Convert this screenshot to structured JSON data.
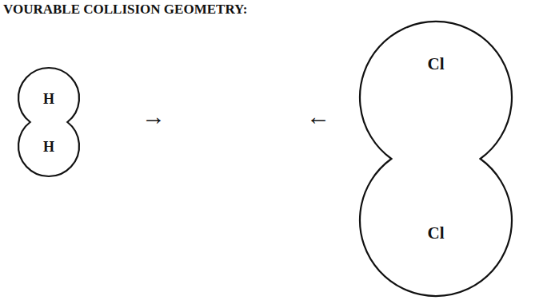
{
  "diagram": {
    "title": "VOURABLE COLLISION GEOMETRY:",
    "nodes": [
      {
        "text": [
          "H"
        ]
      },
      {
        "text": [
          "H"
        ]
      },
      {
        "text": [
          "Cl"
        ]
      },
      {
        "text": [
          "Cl"
        ]
      }
    ],
    "labels": [
      "→",
      "←"
    ]
  }
}
